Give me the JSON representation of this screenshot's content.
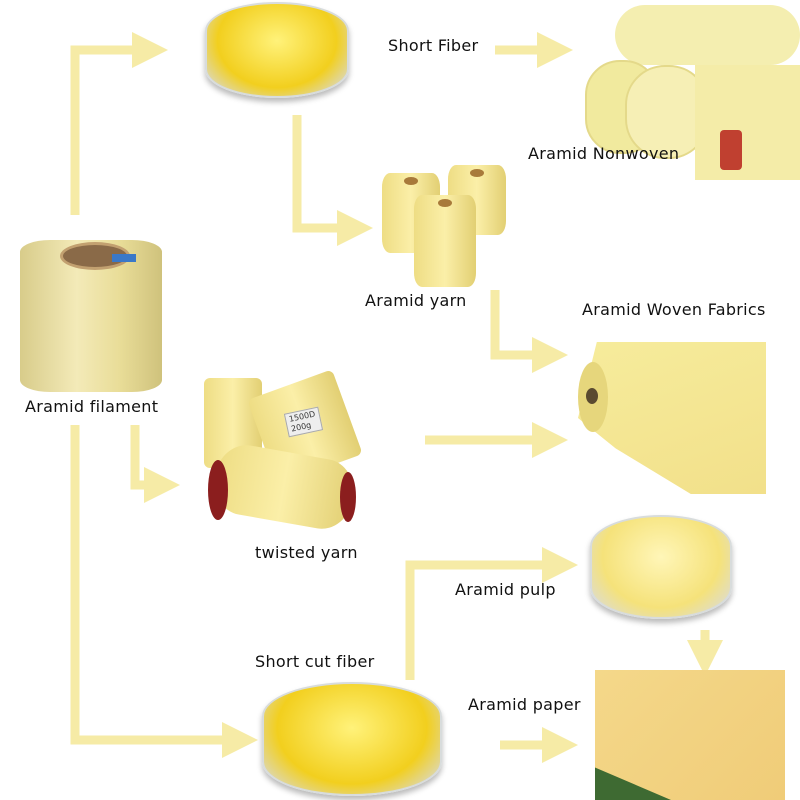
{
  "labels": {
    "filament": "Aramid filament",
    "short_fiber": "Short Fiber",
    "nonwoven": "Aramid Nonwoven",
    "yarn": "Aramid yarn",
    "woven": "Aramid Woven Fabrics",
    "twisted": "twisted yarn",
    "pulp": "Aramid pulp",
    "short_cut": "Short cut fiber",
    "paper": "Aramid paper"
  },
  "spool_tag": {
    "line1": "1500D",
    "line2": "200g"
  },
  "colors": {
    "arrow": "#f6eba6",
    "product": "#f7ec9c"
  }
}
